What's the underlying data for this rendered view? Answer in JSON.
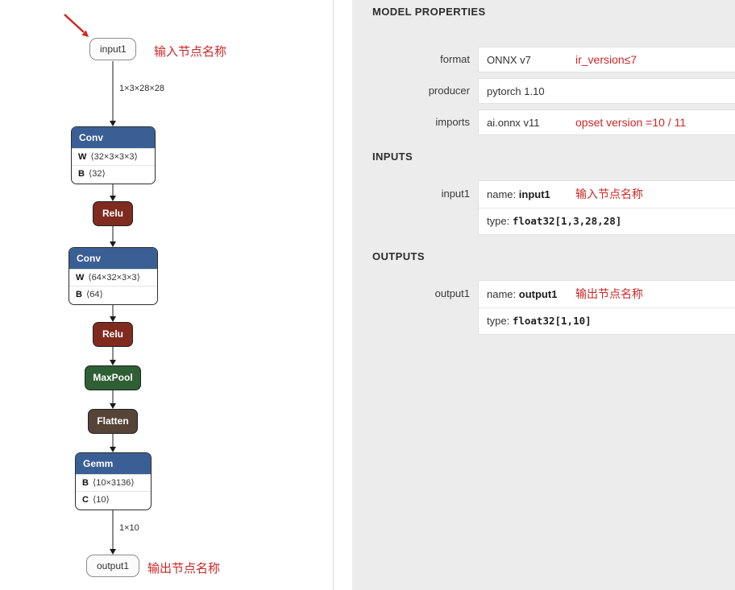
{
  "colors": {
    "annotation_red": "#cf2626",
    "layer_blue": "#3a5f95",
    "activation_red": "#7f2b20",
    "pool_green": "#2f5f34",
    "transform_brown": "#574438",
    "sidebar_bg": "#ececec"
  },
  "graph": {
    "input": {
      "label": "input1",
      "annotation": "输入节点名称"
    },
    "edge_input_label": "1×3×28×28",
    "conv1": {
      "title": "Conv",
      "attrs": [
        {
          "key": "W",
          "value": "⟨32×3×3×3⟩"
        },
        {
          "key": "B",
          "value": "⟨32⟩"
        }
      ]
    },
    "relu1": {
      "title": "Relu"
    },
    "conv2": {
      "title": "Conv",
      "attrs": [
        {
          "key": "W",
          "value": "⟨64×32×3×3⟩"
        },
        {
          "key": "B",
          "value": "⟨64⟩"
        }
      ]
    },
    "relu2": {
      "title": "Relu"
    },
    "maxpool": {
      "title": "MaxPool"
    },
    "flatten": {
      "title": "Flatten"
    },
    "gemm": {
      "title": "Gemm",
      "attrs": [
        {
          "key": "B",
          "value": "⟨10×3136⟩"
        },
        {
          "key": "C",
          "value": "⟨10⟩"
        }
      ]
    },
    "edge_output_label": "1×10",
    "output": {
      "label": "output1",
      "annotation": "输出节点名称"
    }
  },
  "sidebar": {
    "title": "MODEL PROPERTIES",
    "properties": [
      {
        "label": "format",
        "value": "ONNX v7",
        "note": "ir_version≤7"
      },
      {
        "label": "producer",
        "value": "pytorch 1.10",
        "note": ""
      },
      {
        "label": "imports",
        "value": "ai.onnx v11",
        "note": "opset version =10 / 11"
      }
    ],
    "inputs_title": "INPUTS",
    "inputs": [
      {
        "label": "input1",
        "name_key": "name:",
        "name_value": "input1",
        "annotation": "输入节点名称",
        "type_key": "type:",
        "type_value": "float32[1,3,28,28]"
      }
    ],
    "outputs_title": "OUTPUTS",
    "outputs": [
      {
        "label": "output1",
        "name_key": "name:",
        "name_value": "output1",
        "annotation": "输出节点名称",
        "type_key": "type:",
        "type_value": "float32[1,10]"
      }
    ]
  }
}
